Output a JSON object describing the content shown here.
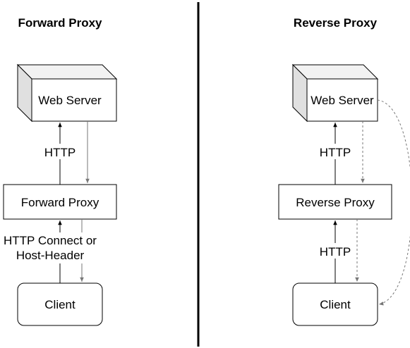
{
  "left": {
    "title": "Forward Proxy",
    "web_server": "Web Server",
    "proxy": "Forward Proxy",
    "client": "Client",
    "upper_protocol": "HTTP",
    "lower_protocol_line1": "HTTP Connect or",
    "lower_protocol_line2": "Host-Header"
  },
  "right": {
    "title": "Reverse Proxy",
    "web_server": "Web Server",
    "proxy": "Reverse Proxy",
    "client": "Client",
    "upper_protocol": "HTTP",
    "lower_protocol": "HTTP"
  },
  "colors": {
    "stroke": "#000000",
    "return_arrow": "#777777",
    "cube_face": "#f2f2f2",
    "cube_side": "#e0e0e0"
  }
}
